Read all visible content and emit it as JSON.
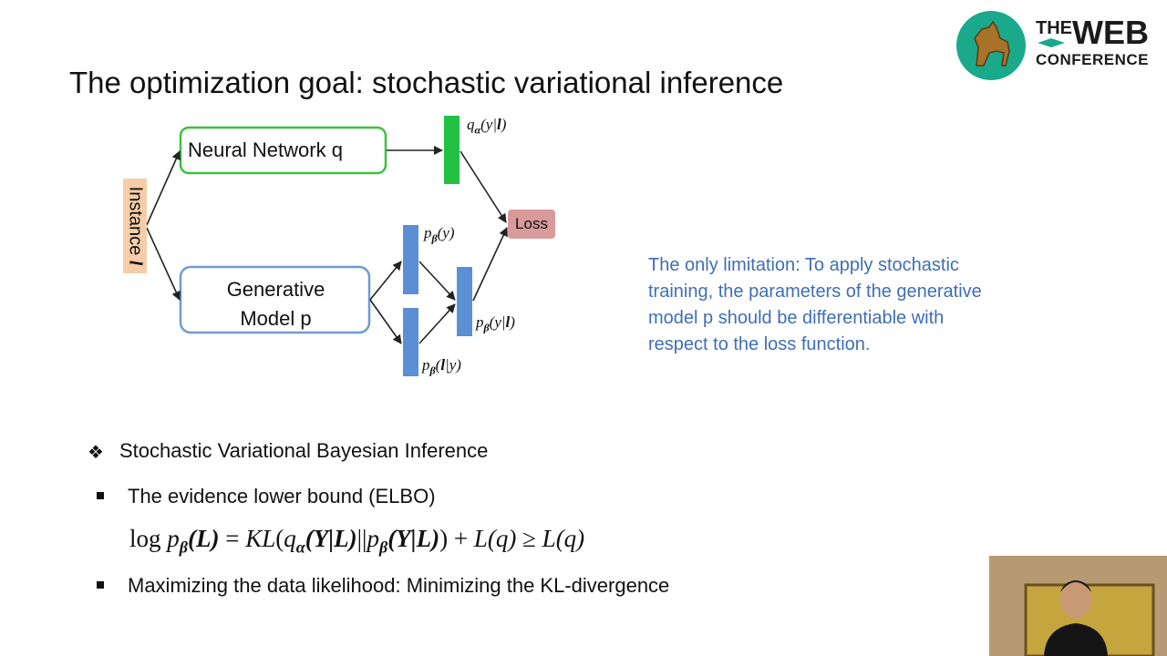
{
  "slide": {
    "title": "The optimization goal: stochastic variational inference"
  },
  "logo": {
    "line1": "THE",
    "line2": "WEB",
    "line3": "CONFERENCE",
    "circle_color": "#1aa98a",
    "icon": "horse-icon"
  },
  "diagram": {
    "instance_label": "Instance",
    "instance_symbol": "l",
    "neural_network_label": "Neural  Network  q",
    "generative_model_line1": "Generative",
    "generative_model_line2": "Model  p",
    "loss_label": "Loss",
    "q_output": {
      "prefix": "q",
      "sub": "α",
      "args": "(y|",
      "bold": "l",
      "close": ")"
    },
    "p_y": {
      "prefix": "p",
      "sub": "β",
      "args": "(y)"
    },
    "p_l_given_y": {
      "prefix": "p",
      "sub": "β",
      "args_open": "(",
      "bold": "l",
      "args_close": "|y)"
    },
    "p_y_given_l": {
      "prefix": "p",
      "sub": "β",
      "args": "(y|",
      "bold": "l",
      "close": ")"
    },
    "colors": {
      "nn_border": "#3cc13c",
      "gm_border": "#6f9bd1",
      "green_bar": "#21c244",
      "blue_bar": "#5b8fd4",
      "instance_fill": "#f6cda8",
      "loss_fill": "#d99a9c"
    }
  },
  "limitation": {
    "text": "The only limitation: To apply stochastic training, the parameters of the generative model p should be differentiable with respect to the loss function.",
    "color": "#3f6eb5"
  },
  "bullets": {
    "main_mark": "❖",
    "main": "Stochastic Variational Bayesian Inference",
    "sub1": "The evidence lower bound (ELBO)",
    "sub2": "Maximizing the data likelihood: Minimizing the KL-divergence"
  },
  "formula": {
    "log": "log ",
    "p": "p",
    "beta": "β",
    "L_arg": "(L)",
    "eq": " = ",
    "KL": "KL",
    "q": "q",
    "alpha": "α",
    "YL": "(Y|L)",
    "sep": "||",
    "plus": " + ",
    "Lq": "L(q)",
    "geq": " ≥ "
  }
}
